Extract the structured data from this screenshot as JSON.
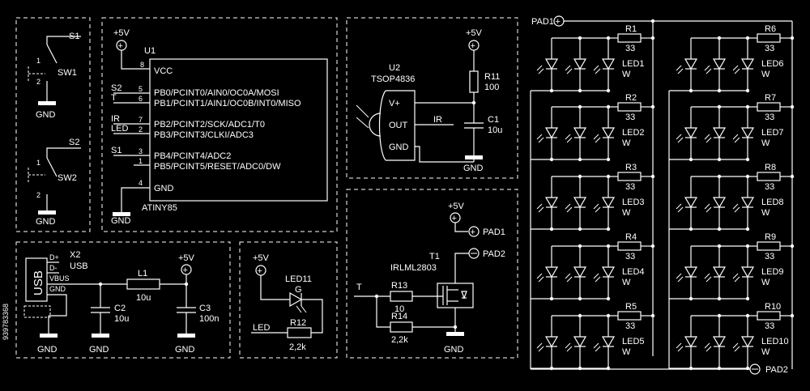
{
  "colors": {
    "background": "#000000",
    "lines": "#ffffff"
  },
  "labels": {
    "gnd": "GND",
    "plus5v": "+5V",
    "s1": "S1",
    "s2": "S2",
    "sw1": "SW1",
    "sw2": "SW2",
    "u1": "U1",
    "atiny85": "ATINY85",
    "vcc": "VCC",
    "pins": [
      "PB0/PCINT0/AIN0/OC0A/MOSI",
      "PB1/PCINT1/AIN1/OC0B/INT0/MISO",
      "PB2/PCINT2/SCK/ADC1/T0",
      "PB3/PCINT3/CLKI/ADC3",
      "PB4/PCINT4/ADC2",
      "PB5/PCINT5/RESET/ADC0/DW",
      "GND"
    ],
    "pin_numbers": [
      "8",
      "5",
      "6",
      "7",
      "2",
      "3",
      "1",
      "4"
    ],
    "net_s2": "S2",
    "net_t": "T",
    "net_ir": "IR",
    "net_led": "LED",
    "net_s1": "S1",
    "u2": "U2",
    "tsop": "TSOP4836",
    "vplus": "V+",
    "out": "OUT",
    "ir": "IR",
    "r11": "R11",
    "r11v": "100",
    "c1": "C1",
    "c1v": "10u",
    "x2": "X2",
    "usb": "USB",
    "usb_conn": "USB",
    "dplus": "D+",
    "dminus": "D-",
    "vbus": "VBUS",
    "usbgnd": "GND",
    "l1": "L1",
    "l1v": "10u",
    "c2": "C2",
    "c2v": "10u",
    "c3": "C3",
    "c3v": "100n",
    "led11": "LED11",
    "led11c": "G",
    "r12": "R12",
    "r12v": "2,2k",
    "led_net": "LED",
    "pad1": "PAD1",
    "pad2": "PAD2",
    "t1": "T1",
    "irlml": "IRLML2803",
    "t_net": "T",
    "r13": "R13",
    "r13v": "10",
    "r14": "R14",
    "r14v": "2,2k",
    "pad1_top": "PAD1",
    "pad2_bot": "PAD2",
    "res_left": [
      "R1",
      "R2",
      "R3",
      "R4",
      "R5"
    ],
    "res_right": [
      "R6",
      "R7",
      "R8",
      "R9",
      "R10"
    ],
    "res_value": "33",
    "leds_left": [
      "LED1",
      "LED2",
      "LED3",
      "LED4",
      "LED5"
    ],
    "leds_right": [
      "LED6",
      "LED7",
      "LED8",
      "LED9",
      "LED10"
    ],
    "led_color": "W"
  },
  "watermark": "939783368"
}
